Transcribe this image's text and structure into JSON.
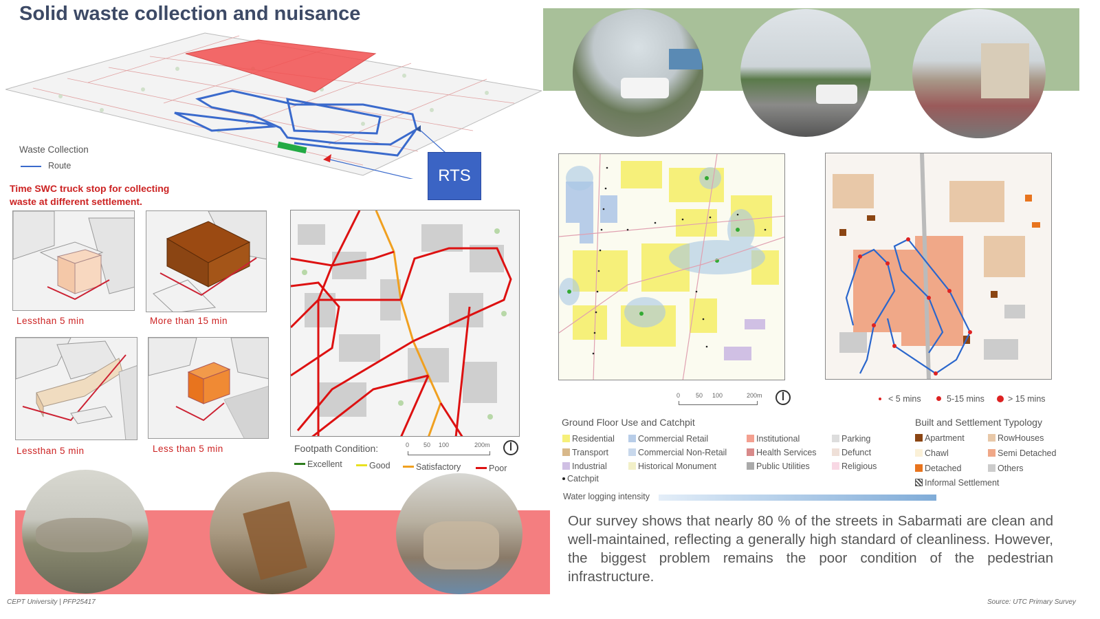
{
  "title": "Solid waste collection and nuisance",
  "waste_legend": {
    "heading": "Waste Collection",
    "route": "Route"
  },
  "rts_label": "RTS",
  "swc_note": "Time SWC truck stop for collecting waste at different settlement.",
  "settlement_captions": [
    "Lessthan 5 min",
    "More than 15 min",
    "Lessthan 5 min",
    "Less than 5 min"
  ],
  "footpath_legend": {
    "heading": "Footpath Condition:",
    "items": [
      {
        "label": "Excellent",
        "color": "#2e7d1e"
      },
      {
        "label": "Good",
        "color": "#e8e020"
      },
      {
        "label": "Satisfactory",
        "color": "#f0a020"
      },
      {
        "label": "Poor",
        "color": "#dd1111"
      }
    ],
    "scale": [
      "0",
      "50",
      "100",
      "200m"
    ]
  },
  "map_scale": [
    "0",
    "50",
    "100",
    "200m"
  ],
  "catchpit_legend": {
    "heading": "Ground Floor Use and Catchpit",
    "items": [
      {
        "label": "Residential",
        "color": "#f6f07a"
      },
      {
        "label": "Commercial Retail",
        "color": "#b8cde8"
      },
      {
        "label": "Institutional",
        "color": "#f4a090"
      },
      {
        "label": "Parking",
        "color": "#dddddd"
      },
      {
        "label": "Transport",
        "color": "#d8b88a"
      },
      {
        "label": "Commercial Non-Retail",
        "color": "#c8d8ec"
      },
      {
        "label": "Health Services",
        "color": "#d88a8a"
      },
      {
        "label": "Defunct",
        "color": "#efe0d8"
      },
      {
        "label": "Industrial",
        "color": "#d0c0e4"
      },
      {
        "label": "Historical Monument",
        "color": "#f2f0c8"
      },
      {
        "label": "Public Utilities",
        "color": "#aaaaaa"
      },
      {
        "label": "Religious",
        "color": "#f8d8e4"
      },
      {
        "label": "Catchpit",
        "color": "#222222"
      }
    ],
    "water_logging": "Water logging intensity"
  },
  "typology_legend": {
    "heading": "Built and Settlement Typology",
    "items": [
      {
        "label": "Apartment",
        "color": "#8b4513"
      },
      {
        "label": "RowHouses",
        "color": "#e8c8a8"
      },
      {
        "label": "Chawl",
        "color": "#fbf1d8"
      },
      {
        "label": "Semi Detached",
        "color": "#f0a888"
      },
      {
        "label": "Detached",
        "color": "#e8741e"
      },
      {
        "label": "Others",
        "color": "#cccccc"
      },
      {
        "label": "Informal Settlement",
        "color": "#555555"
      }
    ]
  },
  "stop_time_legend": [
    "< 5 mins",
    "5-15 mins",
    "> 15 mins"
  ],
  "survey_text": "Our survey shows that nearly 80 % of the streets in Sabarmati are clean and well-maintained, reflecting a generally high standard of cleanliness. However, the biggest problem remains the poor condition of the pedestrian infrastructure.",
  "footer_left": "CEPT University | PFP25417",
  "footer_right": "Source: UTC Primary Survey"
}
